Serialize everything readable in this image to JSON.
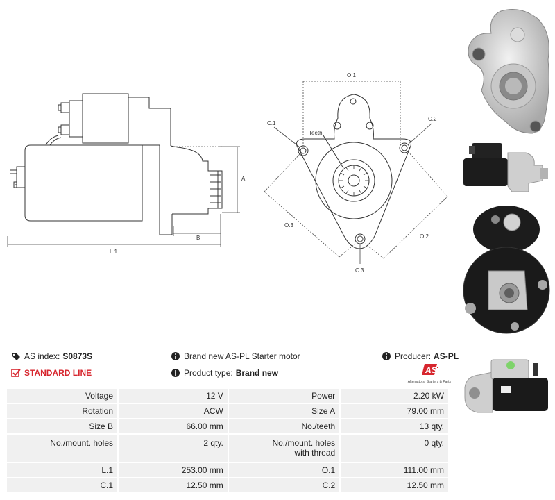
{
  "diagram_side": {
    "L1": "L.1",
    "A": "A",
    "B": "B"
  },
  "diagram_front": {
    "O1": "O.1",
    "O2": "O.2",
    "O3": "O.3",
    "C1": "C.1",
    "C2": "C.2",
    "C3": "C.3",
    "teeth": "Teeth"
  },
  "info": {
    "as_index_label": "AS index:",
    "as_index_value": "S0873S",
    "standard_line": "STANDARD LINE",
    "description": "Brand new AS-PL Starter motor",
    "product_type_label": "Product type:",
    "product_type_value": "Brand new",
    "producer_label": "Producer:",
    "producer_value": "AS-PL",
    "logo_text": "AS",
    "logo_tagline": "Alternators, Starters & Parts"
  },
  "colors": {
    "accent_red": "#d7262e",
    "table_bg": "#f0f0f0"
  },
  "specs": [
    {
      "label1": "Voltage",
      "value1": "12 V",
      "label2": "Power",
      "value2": "2.20 kW"
    },
    {
      "label1": "Rotation",
      "value1": "ACW",
      "label2": "Size A",
      "value2": "79.00 mm"
    },
    {
      "label1": "Size B",
      "value1": "66.00 mm",
      "label2": "No./teeth",
      "value2": "13 qty."
    },
    {
      "label1": "No./mount. holes",
      "value1": "2 qty.",
      "label2": "No./mount. holes with thread",
      "value2": "0 qty."
    },
    {
      "label1": "L.1",
      "value1": "253.00 mm",
      "label2": "O.1",
      "value2": "111.00 mm"
    },
    {
      "label1": "C.1",
      "value1": "12.50 mm",
      "label2": "C.2",
      "value2": "12.50 mm"
    }
  ]
}
